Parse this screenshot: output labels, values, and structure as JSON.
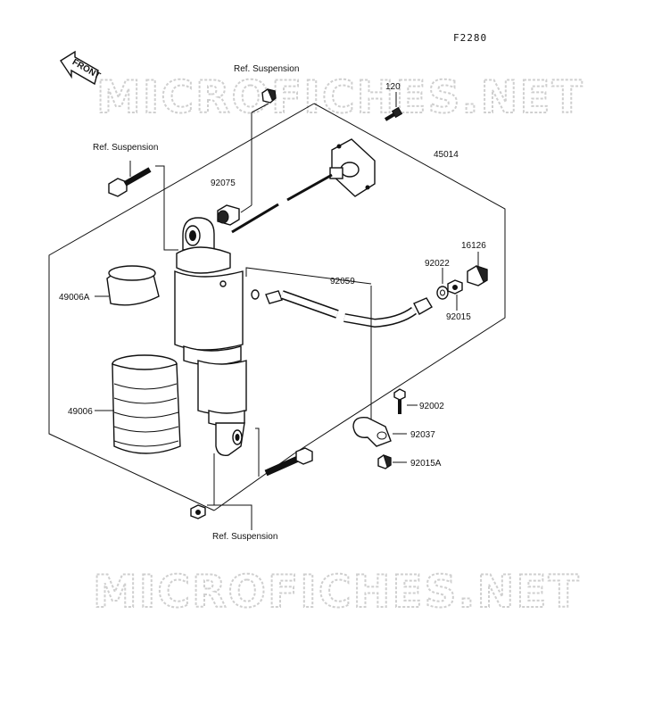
{
  "figure_code": "F2280",
  "front_label": "FRONT",
  "watermark": "MICROFICHES.NET",
  "labels": {
    "ref_top": "Ref. Suspension",
    "ref_left": "Ref. Suspension",
    "ref_bottom": "Ref. Suspension",
    "p120": "120",
    "p45014": "45014",
    "p92075": "92075",
    "p16126": "16126",
    "p92022": "92022",
    "p92059": "92059",
    "p49006a": "49006A",
    "p92015": "92015",
    "p49006": "49006",
    "p92002": "92002",
    "p92037": "92037",
    "p92015a": "92015A"
  }
}
